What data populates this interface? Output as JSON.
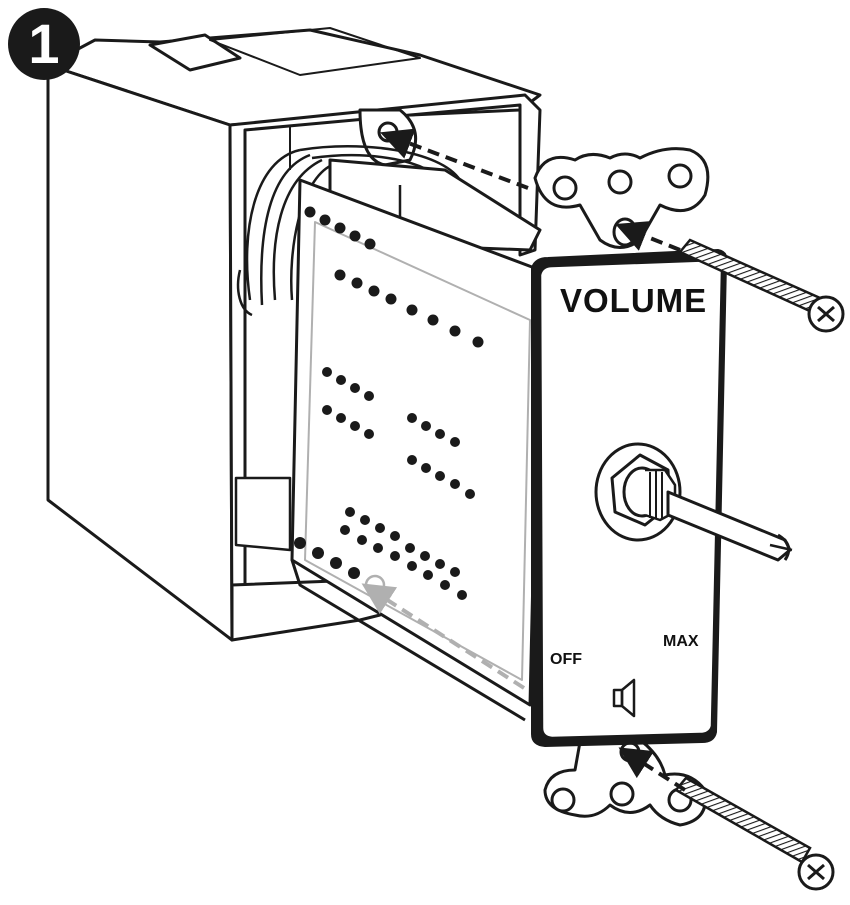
{
  "step": {
    "number": "1"
  },
  "plate": {
    "title": "VOLUME",
    "label_off": "OFF",
    "label_max": "MAX",
    "icon": "speaker-icon"
  },
  "colors": {
    "line": "#1a1a1a",
    "arrow_front": "#1a1a1a",
    "arrow_hidden": "#b0b0b0",
    "background": "#ffffff"
  }
}
